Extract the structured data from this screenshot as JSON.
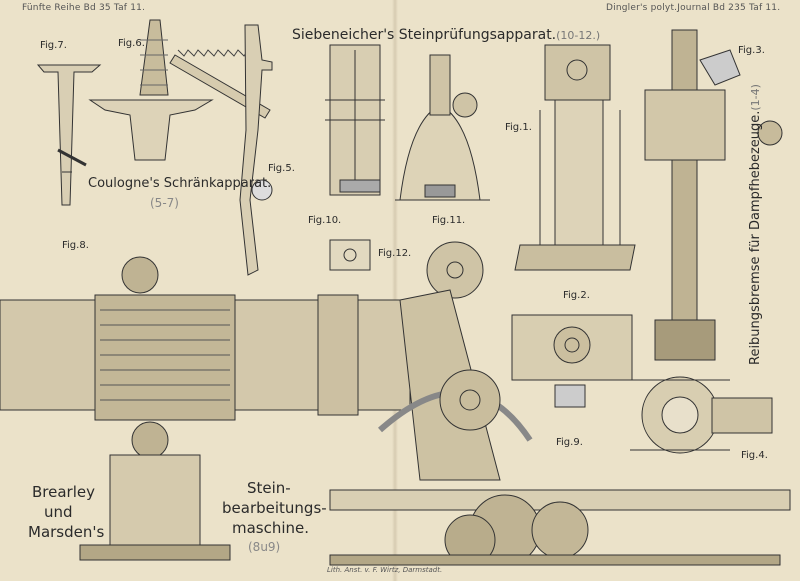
{
  "header": {
    "left": "Fünfte Reihe Bd 35 Taf 11.",
    "right": "Dingler's polyt.Journal Bd 235 Taf 11."
  },
  "titles": {
    "steinpruefung": "Siebeneicher's Steinprüfungsapparat.",
    "steinpruefung_ref": "(10-12.)",
    "schraenk": "Coulogne's Schränkapparat.",
    "schraenk_ref": "(5-7)",
    "reibung": "Reibungsbremse für Dampfhebezeuge.",
    "reibung_ref": "(1-4)",
    "brearley_1": "Brearley",
    "brearley_2": "und",
    "brearley_3": "Marsden's",
    "stein_1": "Stein-",
    "stein_2": "bearbeitungs-",
    "stein_3": "maschine.",
    "stein_ref": "(8u9)"
  },
  "figures": {
    "fig1": "Fig.1.",
    "fig2": "Fig.2.",
    "fig3": "Fig.3.",
    "fig4": "Fig.4.",
    "fig5": "Fig.5.",
    "fig6": "Fig.6.",
    "fig7": "Fig.7.",
    "fig8": "Fig.8.",
    "fig9": "Fig.9.",
    "fig10": "Fig.10.",
    "fig11": "Fig.11.",
    "fig12": "Fig.12."
  },
  "footer": "Lith. Anst. v. F. Wirtz, Darmstadt."
}
